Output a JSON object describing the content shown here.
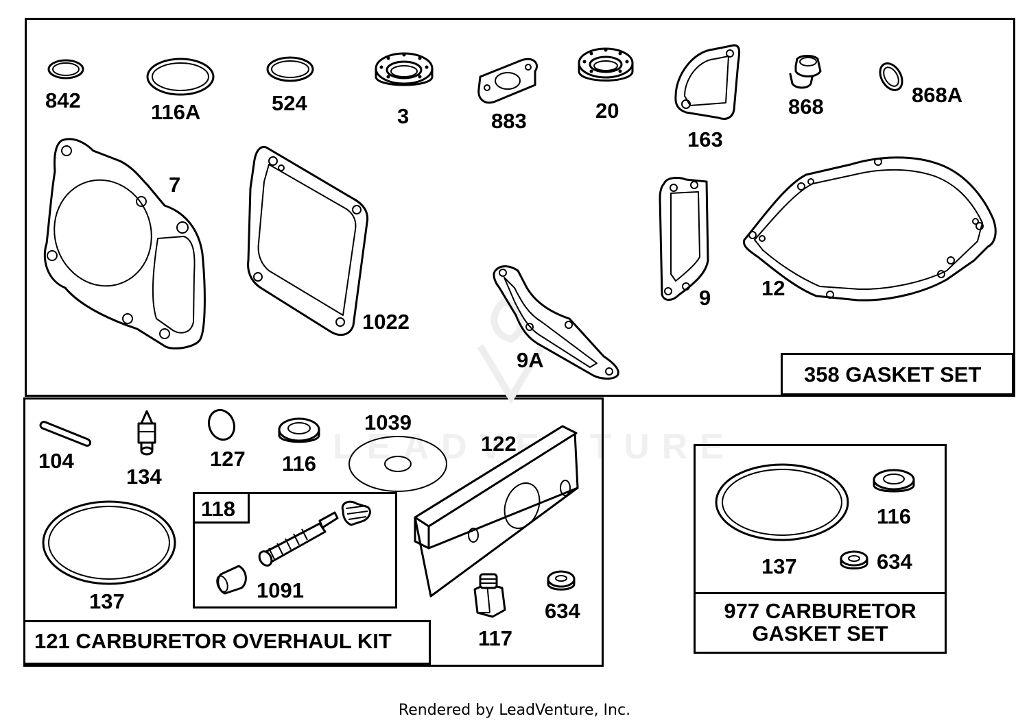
{
  "kits": {
    "gasket_set": {
      "title": "358 GASKET SET"
    },
    "overhaul_kit": {
      "title": "121 CARBURETOR OVERHAUL KIT"
    },
    "carb_gasket_set": {
      "title_line1": "977 CARBURETOR",
      "title_line2": "GASKET SET"
    }
  },
  "subkit": {
    "number": "118"
  },
  "parts": {
    "p842": "842",
    "p116A": "116A",
    "p524": "524",
    "p3": "3",
    "p883": "883",
    "p20": "20",
    "p163": "163",
    "p868": "868",
    "p868A": "868A",
    "p7": "7",
    "p1022": "1022",
    "p9A": "9A",
    "p9": "9",
    "p12": "12",
    "p104": "104",
    "p134": "134",
    "p127": "127",
    "p116": "116",
    "p1039": "1039",
    "p122": "122",
    "p137": "137",
    "p1091": "1091",
    "p117": "117",
    "p634": "634",
    "c137": "137",
    "c116": "116",
    "c634": "634"
  },
  "watermark": {
    "text": "LEADVENTURE"
  },
  "footer": {
    "text": "Rendered by LeadVenture, Inc."
  }
}
